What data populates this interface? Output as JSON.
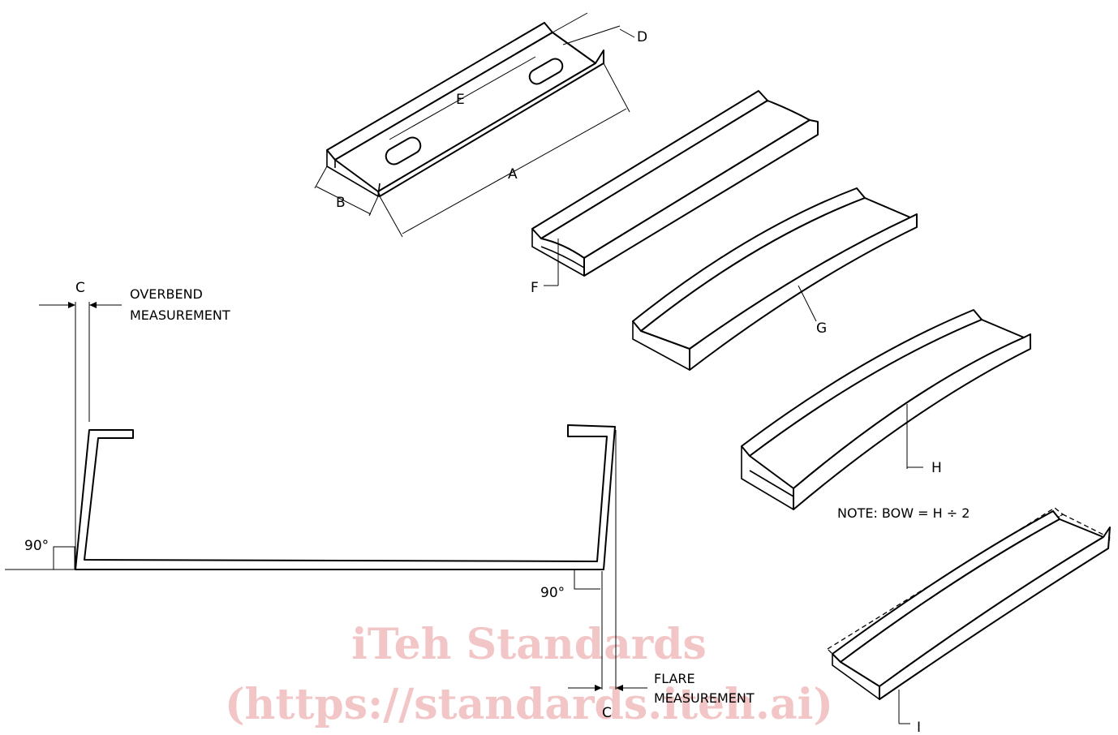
{
  "labels": {
    "a": "A",
    "b": "B",
    "d": "D",
    "e": "E",
    "f": "F",
    "g": "G",
    "h": "H",
    "i": "I",
    "c_top": "C",
    "c_bottom": "C",
    "overbend_line1": "OVERBEND",
    "overbend_line2": "MEASUREMENT",
    "flare_line1": "FLARE",
    "flare_line2": "MEASUREMENT",
    "angle_left": "90°",
    "angle_right": "90°",
    "note": "NOTE: BOW = H ÷ 2"
  },
  "watermark": {
    "line1": "iTeh Standards",
    "line2": "(https://standards.iteh.ai)",
    "color": "#f2c6c6"
  },
  "colors": {
    "ink": "#000000",
    "background": "#ffffff"
  }
}
